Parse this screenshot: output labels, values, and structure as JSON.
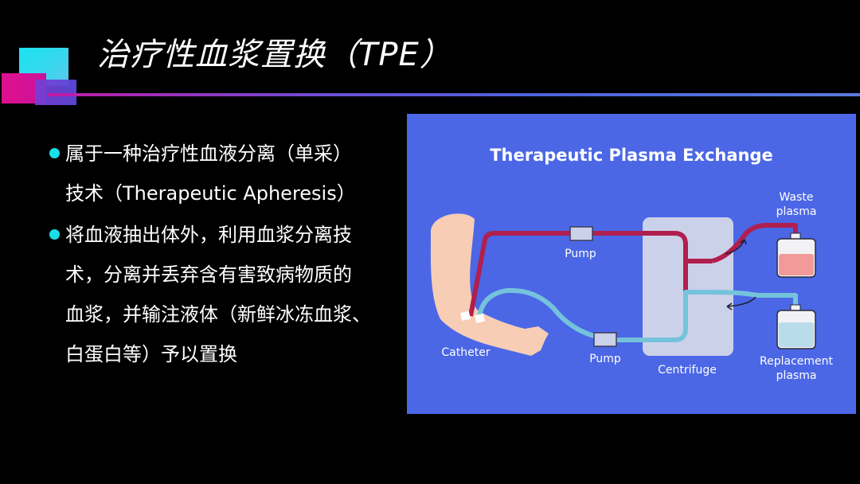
{
  "slide": {
    "title": "治疗性血浆置换（TPE）",
    "bullets": [
      {
        "lines": [
          "属于一种治疗性血液分离（单采）",
          "技术（Therapeutic Apheresis）"
        ]
      },
      {
        "lines": [
          "将血液抽出体外，利用血浆分离技",
          "术，分离并丢弃含有害致病物质的",
          "血浆，并输注液体（新鲜冰冻血浆、",
          "白蛋白等）予以置换"
        ]
      }
    ]
  },
  "diagram": {
    "title": "Therapeutic Plasma Exchange",
    "labels": {
      "pump_top": "Pump",
      "pump_bottom": "Pump",
      "catheter": "Catheter",
      "centrifuge": "Centrifuge",
      "waste_line1": "Waste",
      "waste_line2": "plasma",
      "replacement_line1": "Replacement",
      "replacement_line2": "plasma"
    },
    "colors": {
      "background": "#4b67e6",
      "red_tube": "#b01f4e",
      "blue_tube": "#75c3db",
      "centrifuge": "#ccd1ea",
      "skin": "#f7cdb6",
      "waste_fluid": "#f29a9a",
      "replacement_fluid": "#b9dcea"
    }
  }
}
